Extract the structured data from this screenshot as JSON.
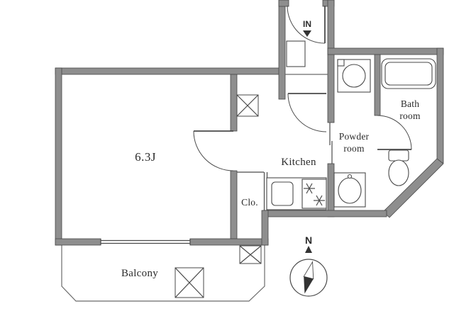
{
  "page": {
    "title": "Apartment floor plan"
  },
  "labels": {
    "main_room": "6.3J",
    "kitchen": "Kitchen",
    "closet": "Clo.",
    "powder_room_line1": "Powder",
    "powder_room_line2": "room",
    "bath_room_line1": "Bath",
    "bath_room_line2": "room",
    "balcony": "Balcony",
    "entrance": "IN",
    "compass_north": "N"
  },
  "colors": {
    "wall": "#8e8e8e",
    "wall_outline": "#474747",
    "line": "#4a4a4a",
    "text": "#2b2b2b",
    "background": "#ffffff",
    "needle_dark": "#333333"
  },
  "fixtures": [
    "bathtub",
    "toilet",
    "washbasin",
    "washing-machine-pan",
    "kitchen-sink",
    "gas-stove",
    "pipe-shaft",
    "shoe-cabinet",
    "entrance-door",
    "room-door",
    "kitchen-door",
    "bath-door",
    "sliding-window",
    "compass"
  ]
}
